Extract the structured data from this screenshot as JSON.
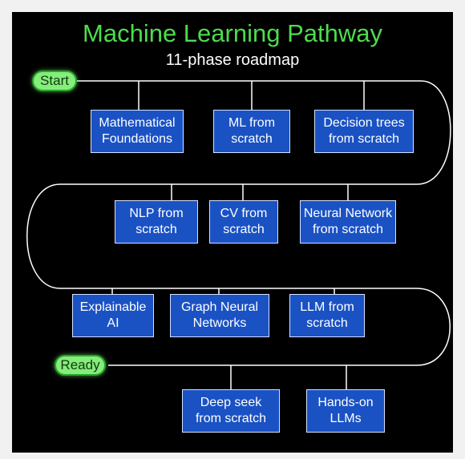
{
  "title": "Machine Learning Pathway",
  "subtitle": "11-phase roadmap",
  "start_label": "Start",
  "end_label": "Ready",
  "phases": [
    "Mathematical\nFoundations",
    "ML from\nscratch",
    "Decision trees\nfrom scratch",
    "NLP from\nscratch",
    "CV from\nscratch",
    "Neural Network\nfrom scratch",
    "Explainable\nAI",
    "Graph Neural\nNetworks",
    "LLM from\nscratch",
    "Deep seek\nfrom scratch",
    "Hands-on\nLLMs"
  ],
  "colors": {
    "background": "#000000",
    "title": "#4ddc4d",
    "node_fill": "#1a52c4",
    "pill_fill": "#83ee79",
    "line": "#ffffff"
  }
}
